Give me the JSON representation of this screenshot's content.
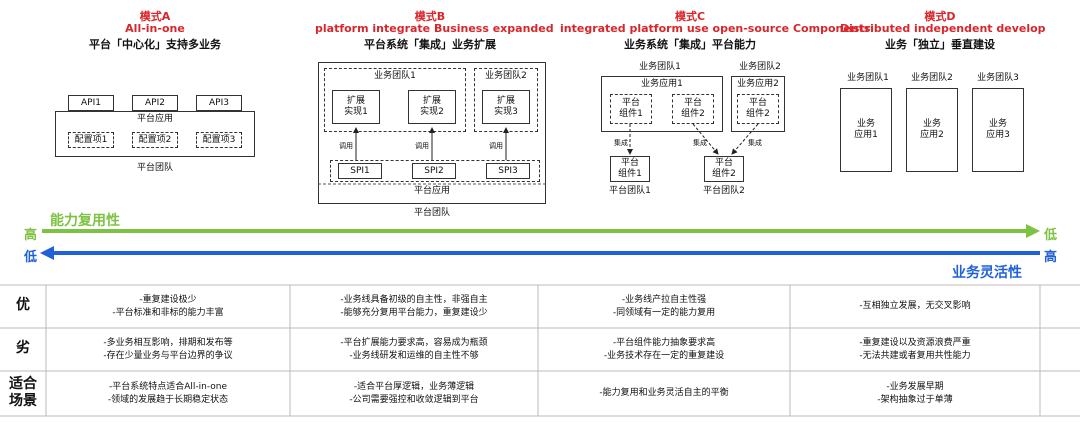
{
  "modes": [
    {
      "title": "模式A",
      "sub": "All-in-one",
      "desc": "平台「中心化」支持多业务"
    },
    {
      "title": "模式B",
      "sub": "platform integrate Business expanded",
      "desc": "平台系统「集成」业务扩展"
    },
    {
      "title": "模式C",
      "sub": "integrated platform use open-source Components",
      "desc": "业务系统「集成」平台能力"
    },
    {
      "title": "模式D",
      "sub": "Distributed independent develop",
      "desc": "业务「独立」垂直建设"
    }
  ],
  "diagA": {
    "apis": [
      "API1",
      "API2",
      "API3"
    ],
    "platform_app": "平台应用",
    "configs": [
      "配置项1",
      "配置项2",
      "配置项3"
    ],
    "team": "平台团队"
  },
  "diagB": {
    "teams": [
      "业务团队1",
      "业务团队2"
    ],
    "exts": [
      "扩展\n实现1",
      "扩展\n实现2",
      "扩展\n实现3"
    ],
    "call": "调用",
    "spis": [
      "SPI1",
      "SPI2",
      "SPI3"
    ],
    "platform_app": "平台应用",
    "team": "平台团队"
  },
  "diagC": {
    "teams": [
      "业务团队1",
      "业务团队2"
    ],
    "apps": [
      "业务应用1",
      "业务应用2"
    ],
    "comps": [
      "平台\n组件1",
      "平台\n组件2",
      "平台\n组件2"
    ],
    "integrate": "集成",
    "pcomps": [
      "平台\n组件1",
      "平台\n组件2"
    ],
    "pteams": [
      "平台团队1",
      "平台团队2"
    ]
  },
  "diagD": {
    "teams": [
      "业务团队1",
      "业务团队2",
      "业务团队3"
    ],
    "apps": [
      "业务\n应用1",
      "业务\n应用2",
      "业务\n应用3"
    ]
  },
  "axis": {
    "reuse": "能力复用性",
    "flex": "业务灵活性",
    "high": "高",
    "low": "低",
    "green": "#7dc243",
    "blue": "#2060d8"
  },
  "table": {
    "row_headers": [
      "优",
      "劣",
      "适合\n场景"
    ],
    "rows": [
      [
        "-重复建设极少\n-平台标准和非标的能力丰富",
        "-业务线具备初级的自主性，非强自主\n-能够充分复用平台能力，重复建设少",
        "-业务线产拉自主性强\n-同领域有一定的能力复用",
        "-互相独立发展，无交叉影响"
      ],
      [
        "-多业务相互影响，排期和发布等\n-存在少量业务与平台边界的争议",
        "-平台扩展能力要求高，容易成为瓶颈\n-业务线研发和运维的自主性不够",
        "-平台组件能力抽象要求高\n-业务技术存在一定的重复建设",
        "-重复建设以及资源浪费严重\n-无法共建或者复用共性能力"
      ],
      [
        "-平台系统特点适合All-in-one\n-领域的发展趋于长期稳定状态",
        "-适合平台厚逻辑，业务薄逻辑\n-公司需要强控和收敛逻辑到平台",
        "-能力复用和业务灵活自主的平衡",
        "-业务发展早期\n-架构抽象过于单薄"
      ]
    ]
  }
}
